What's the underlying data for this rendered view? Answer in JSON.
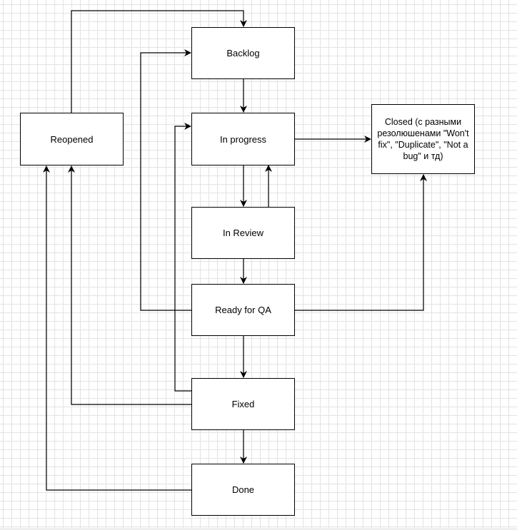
{
  "diagram": {
    "nodes": {
      "backlog": "Backlog",
      "in_progress": "In progress",
      "in_review": "In Review",
      "ready_for_qa": "Ready for QA",
      "fixed": "Fixed",
      "done": "Done",
      "reopened": "Reopened",
      "closed": "Closed (с разными резолюшенами \"Won't fix\", \"Duplicate\", \"Not a bug\" и тд)"
    },
    "edges": [
      {
        "from": "Backlog",
        "to": "In progress"
      },
      {
        "from": "In progress",
        "to": "In Review"
      },
      {
        "from": "In Review",
        "to": "In progress"
      },
      {
        "from": "In Review",
        "to": "Ready for QA"
      },
      {
        "from": "Ready for QA",
        "to": "Fixed"
      },
      {
        "from": "Ready for QA",
        "to": "Backlog"
      },
      {
        "from": "Ready for QA",
        "to": "Closed"
      },
      {
        "from": "In progress",
        "to": "Closed"
      },
      {
        "from": "Fixed",
        "to": "Done"
      },
      {
        "from": "Fixed",
        "to": "In progress"
      },
      {
        "from": "Fixed",
        "to": "Reopened"
      },
      {
        "from": "Done",
        "to": "Reopened"
      },
      {
        "from": "Reopened",
        "to": "Backlog"
      }
    ],
    "colors": {
      "stroke": "#000000",
      "grid": "#e3e3e3",
      "background": "#ffffff"
    }
  }
}
